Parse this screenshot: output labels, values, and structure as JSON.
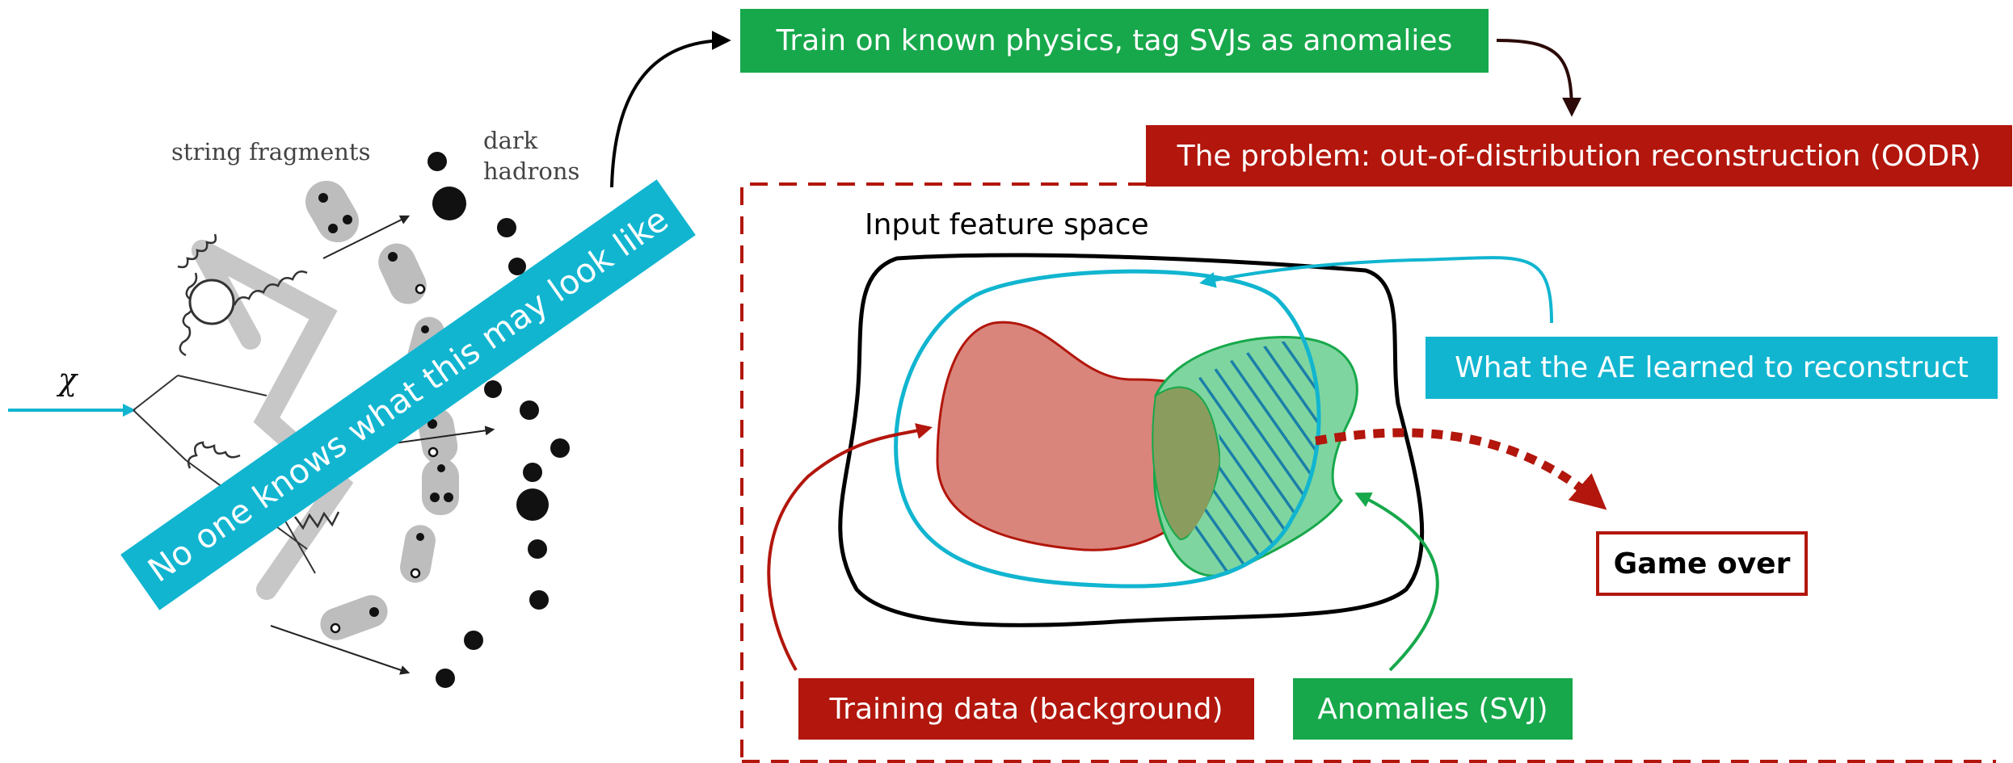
{
  "top_box": "Train on known physics, tag SVJs as anomalies",
  "problem_box": "The problem: out-of-distribution reconstruction (OODR)",
  "feature_space_label": "Input feature space",
  "ae_box": "What the AE learned to reconstruct",
  "game_over": "Game over",
  "training_box": "Training data (background)",
  "anomalies_box": "Anomalies (SVJ)",
  "left_figure": {
    "label_string_fragments": "string fragments",
    "label_dark": "dark",
    "label_hadrons": "hadrons",
    "label_chi": "χ"
  },
  "banner": "No one knows what this may look like",
  "colors": {
    "green": "#17a84b",
    "red": "#b2160c",
    "cyan": "#11b5d0",
    "training_fill": "#d9857c",
    "anomaly_fill": "#7fd5a0"
  }
}
